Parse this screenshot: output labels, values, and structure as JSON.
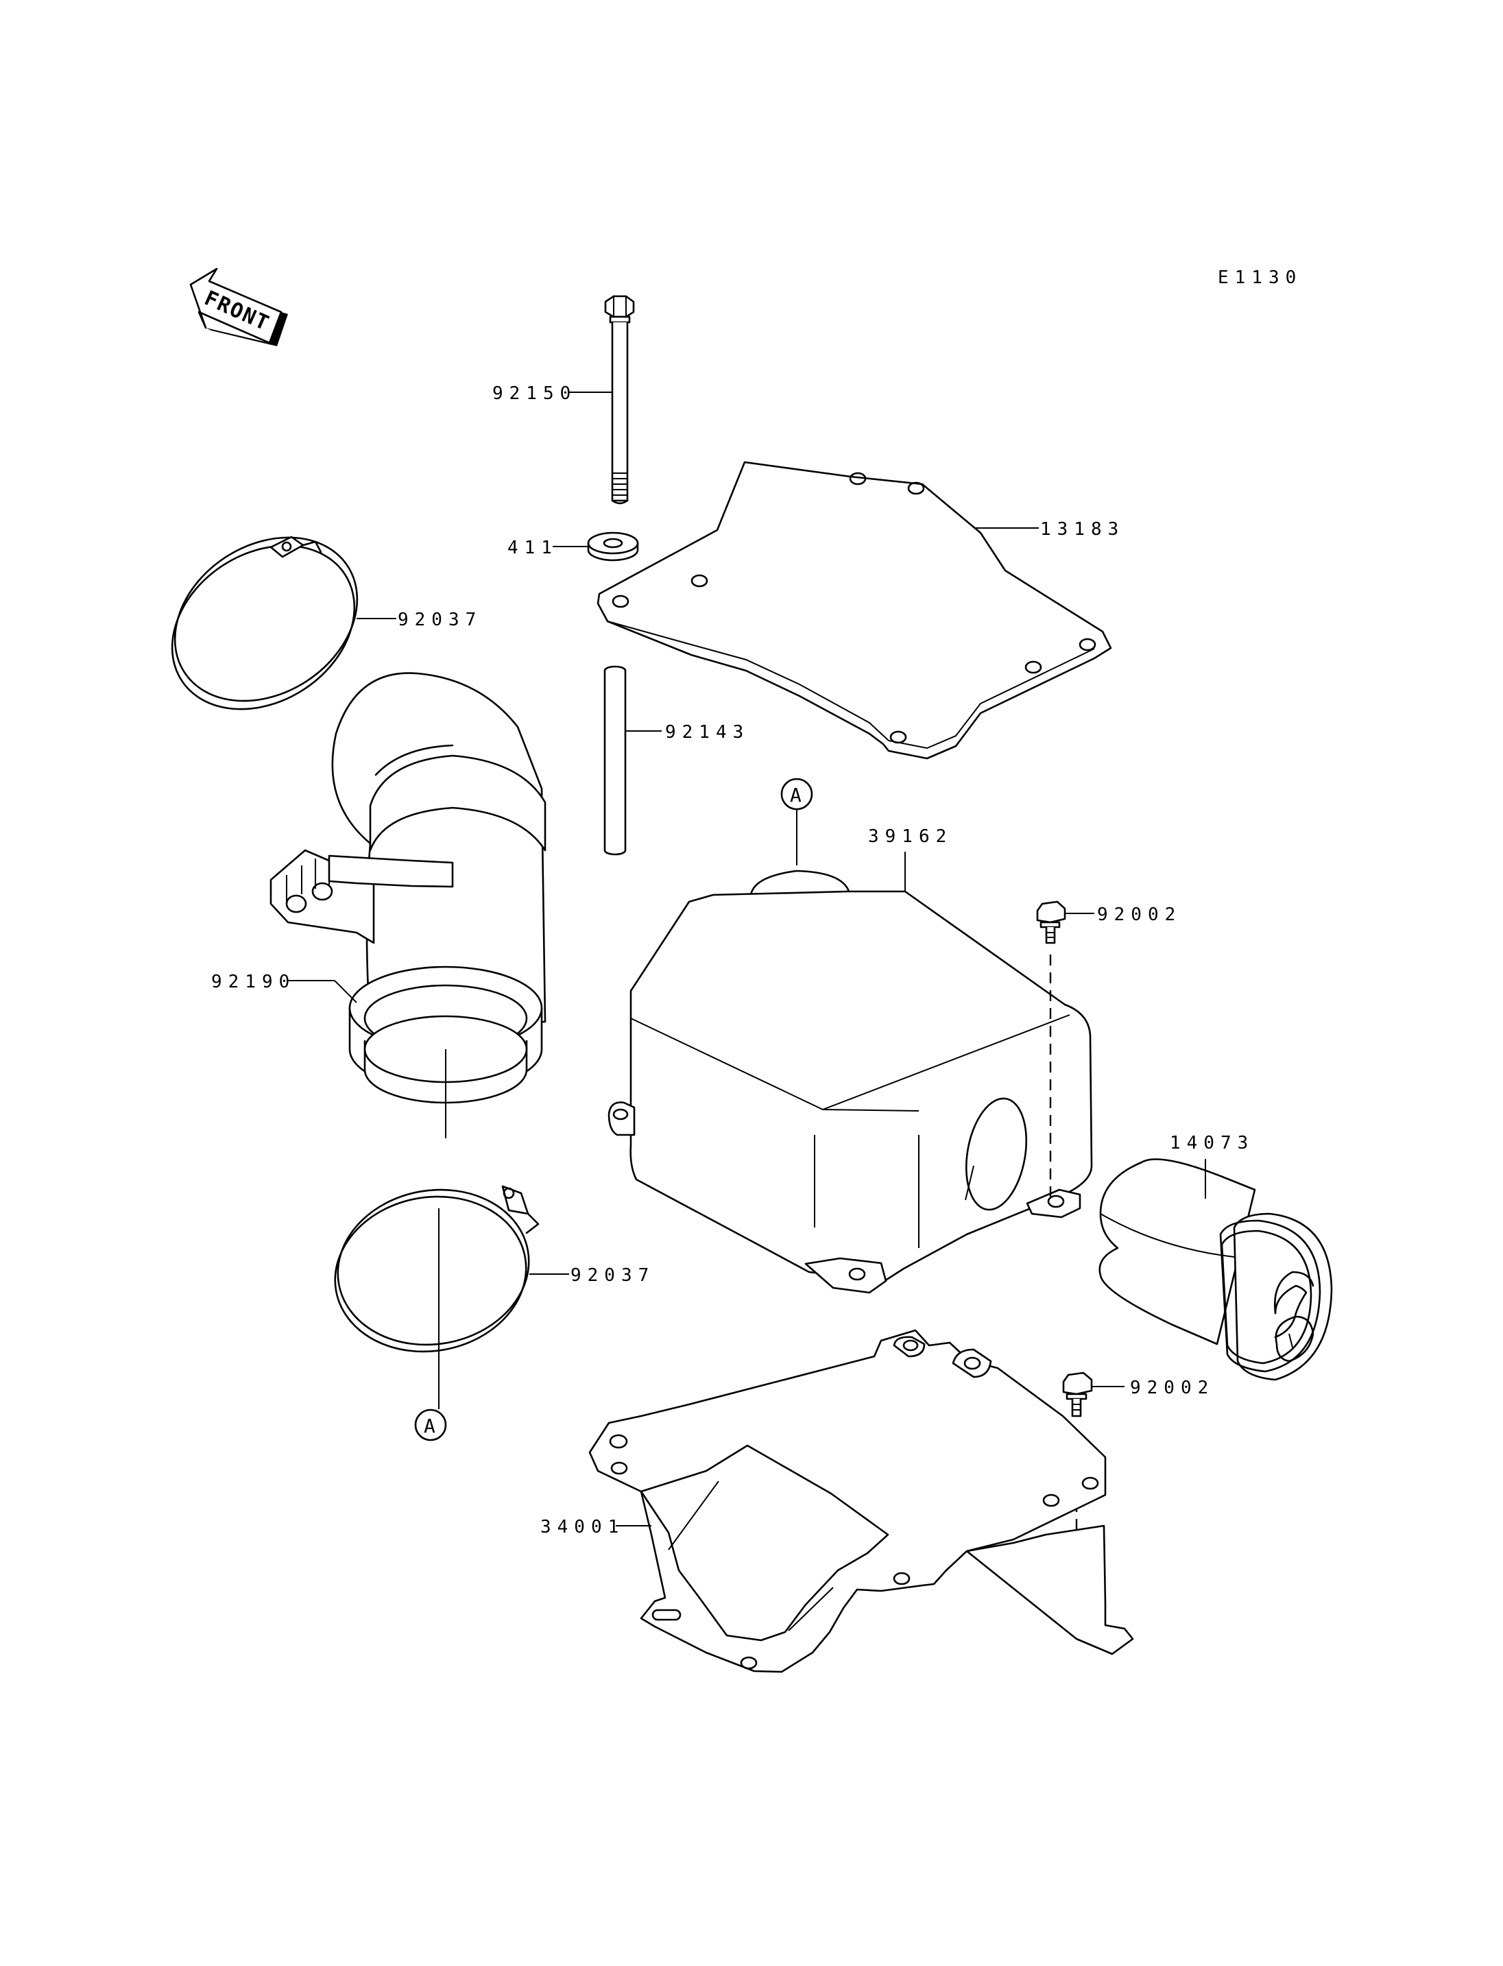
{
  "diagram_id": "E1130",
  "direction_label": "FRONT",
  "reference_marker": "A",
  "parts": {
    "bolt_long": "92150",
    "washer": "411",
    "gasket_plate": "13183",
    "clamp_upper": "92037",
    "clamp_lower": "92037",
    "spacer_collar": "92143",
    "duct_hose": "92190",
    "air_box": "39162",
    "bolt_upper": "92002",
    "bolt_lower": "92002",
    "filter_element": "14073",
    "bracket": "34001"
  }
}
